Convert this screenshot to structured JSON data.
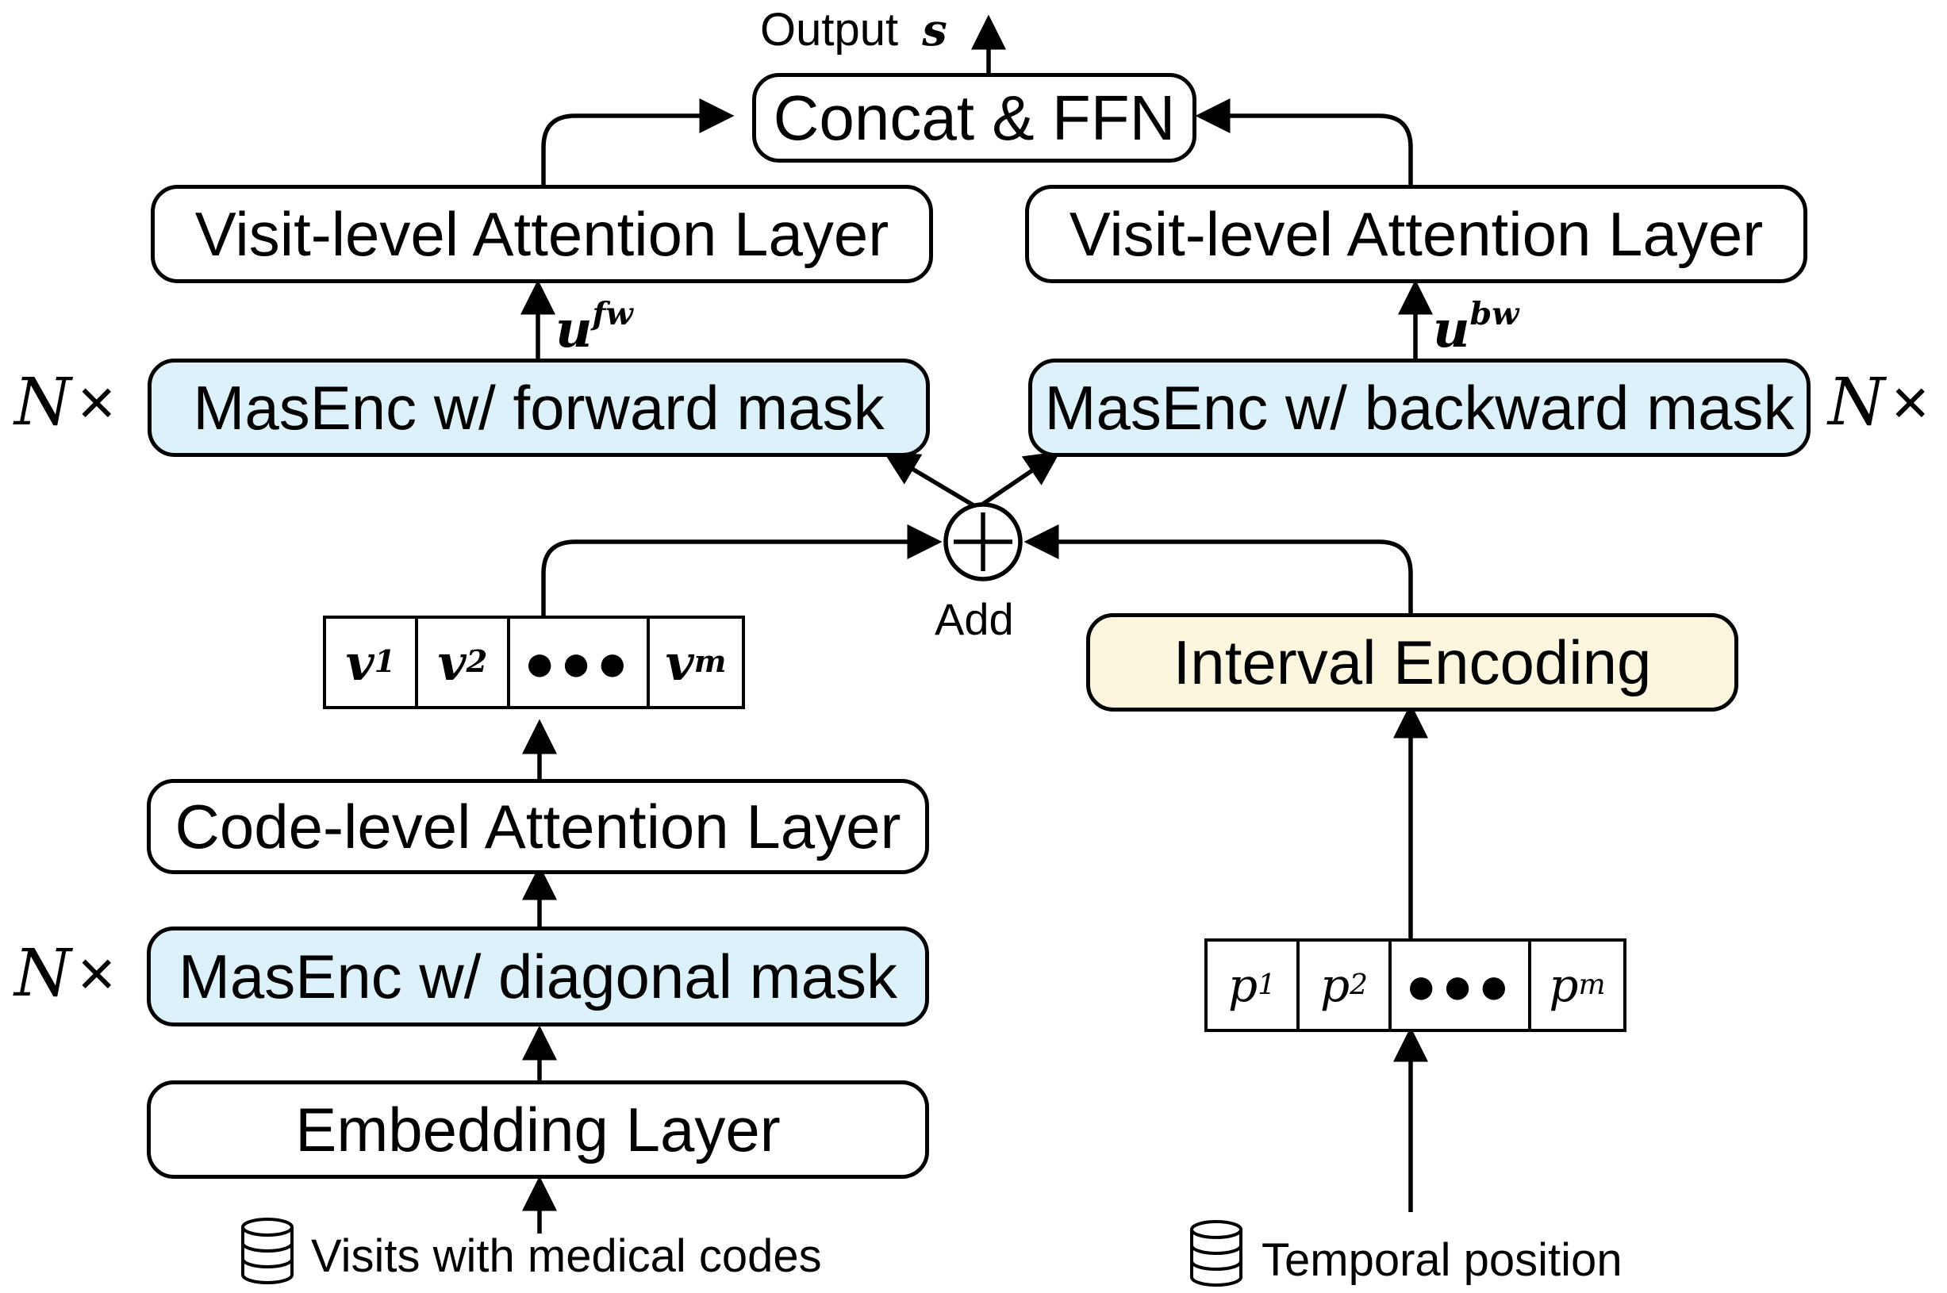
{
  "output": {
    "label": "Output",
    "symbol": "s"
  },
  "boxes": {
    "concat_ffn": "Concat & FFN",
    "visit_attention_left": "Visit-level Attention Layer",
    "visit_attention_right": "Visit-level Attention Layer",
    "masenc_forward": "MasEnc w/ forward mask",
    "masenc_backward": "MasEnc w/ backward mask",
    "code_attention": "Code-level Attention Layer",
    "masenc_diagonal": "MasEnc w/ diagonal mask",
    "embedding": "Embedding Layer",
    "interval_encoding": "Interval Encoding"
  },
  "repeat_label": {
    "symbol": "N",
    "times": "×"
  },
  "vectors": {
    "u_fw": {
      "base": "u",
      "sup": "fw"
    },
    "u_bw": {
      "base": "u",
      "sup": "bw"
    }
  },
  "visit_cells": [
    {
      "base": "v",
      "sub": "1"
    },
    {
      "base": "v",
      "sub": "2"
    },
    {
      "dots": "●●●"
    },
    {
      "base": "v",
      "sub": "m"
    }
  ],
  "position_cells": [
    {
      "base": "p",
      "sub": "1"
    },
    {
      "base": "p",
      "sub": "2"
    },
    {
      "dots": "●●●"
    },
    {
      "base": "p",
      "sub": "m"
    }
  ],
  "add": {
    "symbol": "+",
    "label": "Add"
  },
  "inputs": {
    "visits": {
      "label": "Visits with medical codes",
      "icon": "database-icon"
    },
    "temporal": {
      "label": "Temporal position",
      "icon": "database-icon"
    }
  },
  "colors": {
    "stroke": "#000000",
    "masenc_fill": "#dcf1fa",
    "interval_fill": "#fbf6dd",
    "plain_fill": "#ffffff"
  }
}
